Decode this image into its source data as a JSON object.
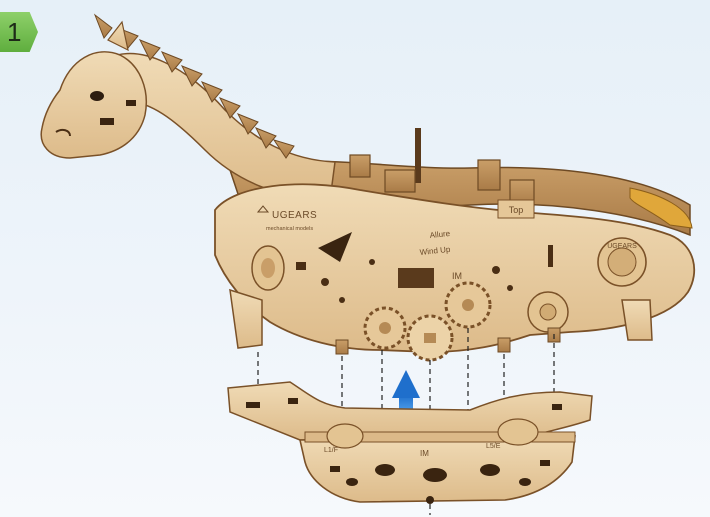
{
  "step": {
    "number": "1"
  },
  "engravings": {
    "brand_logo": "UGEARS",
    "brand_tagline": "mechanical models",
    "part_allure": "Allure",
    "part_wind_up": "Wind Up",
    "part_im_top": "IM",
    "part_top": "Top",
    "medallion_text": "UGEARS",
    "base_left_tag": "L1/F",
    "base_right_tag": "L5/E",
    "base_center_tag": "IM"
  },
  "icons": {
    "assembly_arrow": "up-arrow-icon",
    "gear": "gear-icon"
  },
  "colors": {
    "step_badge": "#6fbf4a",
    "arrow": "#2b7fd6",
    "wood_light": "#e9cfa6",
    "wood_edge": "#7a5128",
    "guide_line": "#222222"
  }
}
